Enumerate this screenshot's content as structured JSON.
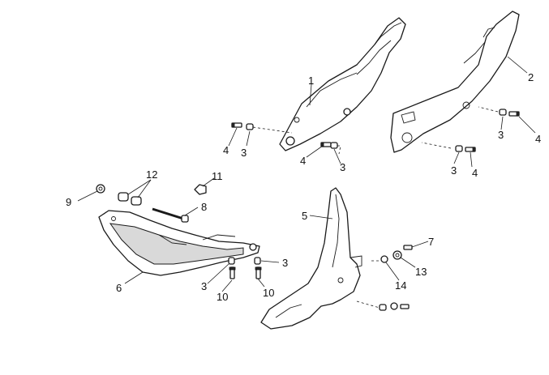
{
  "callouts": {
    "c1": "1",
    "c2": "2",
    "c3a": "3",
    "c3b": "3",
    "c3c": "3",
    "c3d": "3",
    "c3e": "3",
    "c3f": "3",
    "c4a": "4",
    "c4b": "4",
    "c4c": "4",
    "c4d": "4",
    "c5": "5",
    "c6": "6",
    "c7": "7",
    "c8": "8",
    "c9": "9",
    "c10a": "10",
    "c10b": "10",
    "c11": "11",
    "c12": "12",
    "c13": "13",
    "c14": "14"
  }
}
